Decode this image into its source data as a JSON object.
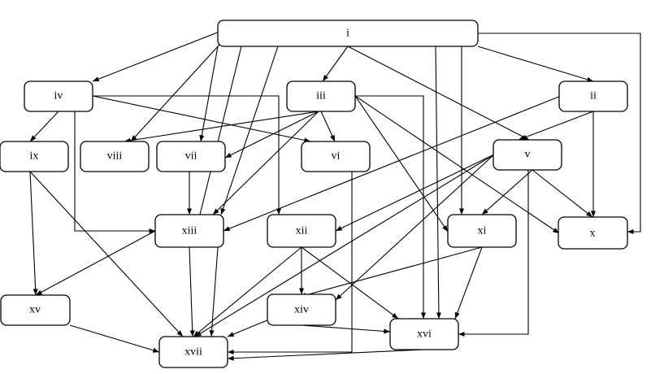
{
  "diagram": {
    "nodes": {
      "i": "i",
      "ii": "ii",
      "iii": "iii",
      "iv": "iv",
      "v": "v",
      "vi": "vi",
      "vii": "vii",
      "viii": "viii",
      "ix": "ix",
      "x": "x",
      "xi": "xi",
      "xii": "xii",
      "xiii": "xiii",
      "xiv": "xiv",
      "xv": "xv",
      "xvi": "xvi",
      "xvii": "xvii"
    },
    "edges": [
      [
        "i",
        "iv"
      ],
      [
        "i",
        "viii"
      ],
      [
        "i",
        "vii"
      ],
      [
        "i",
        "xiii"
      ],
      [
        "i",
        "xvii"
      ],
      [
        "i",
        "iii"
      ],
      [
        "i",
        "ii"
      ],
      [
        "i",
        "v"
      ],
      [
        "i",
        "xvi"
      ],
      [
        "i",
        "xi"
      ],
      [
        "i",
        "x"
      ],
      [
        "iv",
        "ix"
      ],
      [
        "iv",
        "xiii"
      ],
      [
        "iv",
        "vi"
      ],
      [
        "iv",
        "xii"
      ],
      [
        "iii",
        "viii"
      ],
      [
        "iii",
        "vii"
      ],
      [
        "iii",
        "vi"
      ],
      [
        "iii",
        "xiii"
      ],
      [
        "iii",
        "xi"
      ],
      [
        "iii",
        "x"
      ],
      [
        "iii",
        "xvi"
      ],
      [
        "ii",
        "v"
      ],
      [
        "ii",
        "xiii"
      ],
      [
        "ii",
        "x"
      ],
      [
        "v",
        "xii"
      ],
      [
        "v",
        "xiv"
      ],
      [
        "v",
        "xi"
      ],
      [
        "v",
        "x"
      ],
      [
        "v",
        "xvi"
      ],
      [
        "v",
        "xvii"
      ],
      [
        "ix",
        "xv"
      ],
      [
        "ix",
        "xvii"
      ],
      [
        "vii",
        "xiii"
      ],
      [
        "vi",
        "xvii"
      ],
      [
        "xiii",
        "xv"
      ],
      [
        "xiii",
        "xvii"
      ],
      [
        "xii",
        "xvii"
      ],
      [
        "xii",
        "xiv"
      ],
      [
        "xii",
        "xvi"
      ],
      [
        "xi",
        "xiv"
      ],
      [
        "xi",
        "xvi"
      ],
      [
        "xv",
        "xvii"
      ],
      [
        "xiv",
        "xvii"
      ],
      [
        "xiv",
        "xvi"
      ],
      [
        "xvi",
        "xvii"
      ]
    ]
  }
}
